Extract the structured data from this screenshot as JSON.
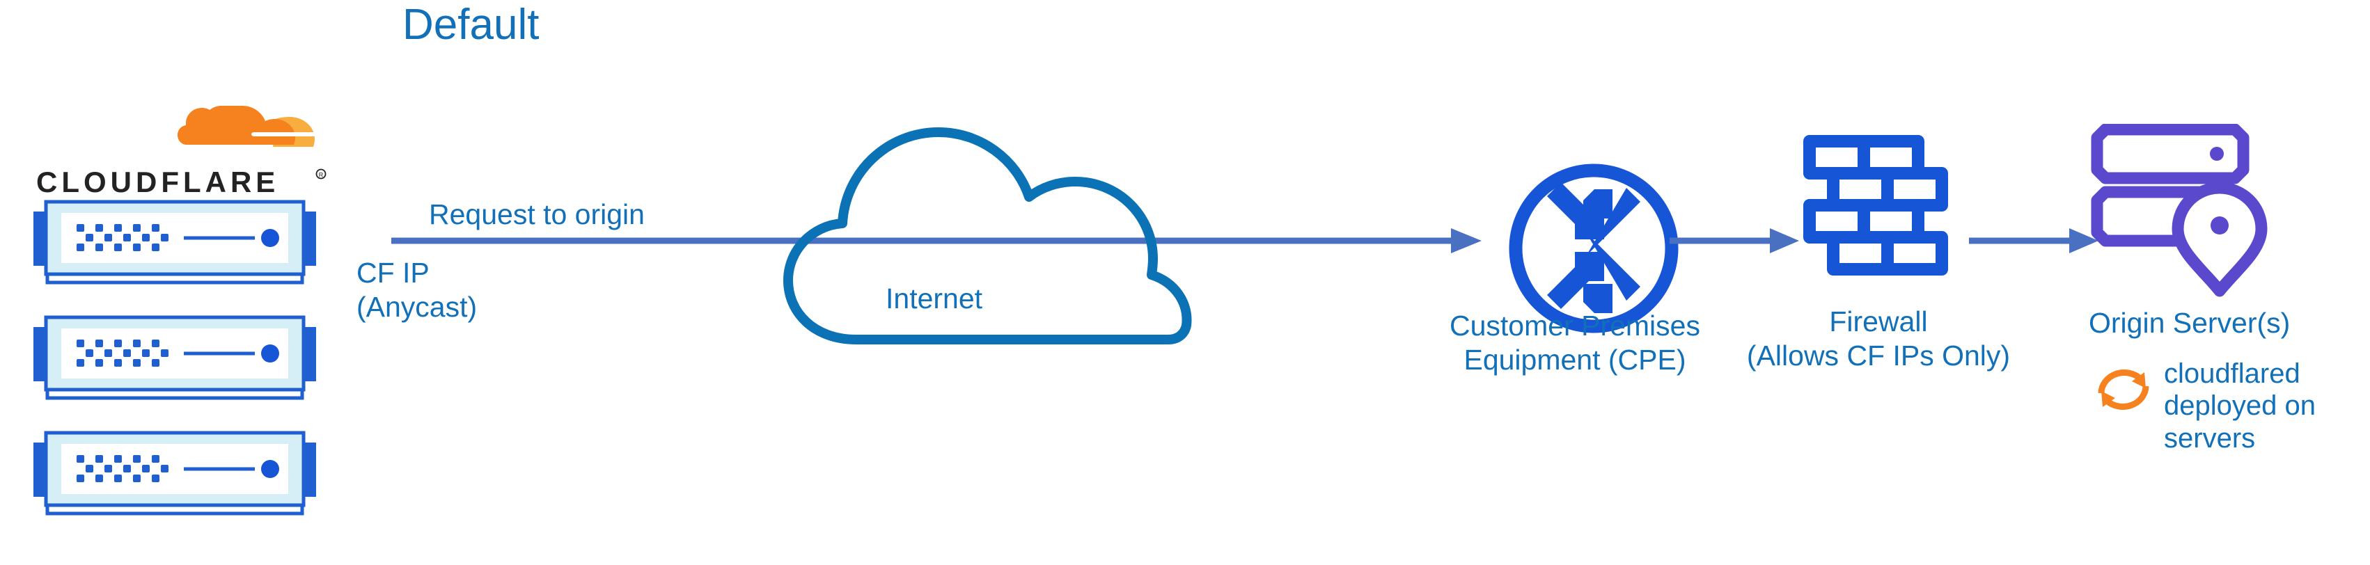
{
  "meta": {
    "title": "Default",
    "title_color": "#1170b8",
    "background": "#ffffff"
  },
  "colors": {
    "label_blue": "#1170b8",
    "cloud_outline_blue": "#0b72b5",
    "node_blue": "#1655d6",
    "arrow_blue": "#4a70c2",
    "origin_purple": "#5a48cd",
    "cloudflare_orange": "#f6821f",
    "cloudflare_orange_light": "#faad3f",
    "wordmark_black": "#232323",
    "server_body": "#d6eef6",
    "server_border": "#1f5fd0"
  },
  "brand": {
    "name": "CLOUDFLARE",
    "registered_mark": "®",
    "logo_icon": "cloudflare-cloud-logo"
  },
  "edge_servers": {
    "count": 3,
    "icon": "server-appliance-icon",
    "items": [
      {
        "name": "cloudflare-edge-server-1"
      },
      {
        "name": "cloudflare-edge-server-2"
      },
      {
        "name": "cloudflare-edge-server-3"
      }
    ]
  },
  "labels": {
    "request_to_origin": "Request to origin",
    "cf_ip": "CF IP\n(Anycast)",
    "internet": "Internet",
    "cpe": "Customer Premises\nEquipment (CPE)",
    "firewall": "Firewall\n(Allows CF IPs Only)",
    "origin_server": "Origin Server(s)",
    "cloudflared_note": "cloudflared\ndeployed on\nservers"
  },
  "nodes": [
    {
      "id": "cloudflare-edge",
      "label": "CLOUDFLARE",
      "icon": "server-stack-icon"
    },
    {
      "id": "internet",
      "label": "Internet",
      "icon": "cloud-outline-icon"
    },
    {
      "id": "cpe",
      "label": "Customer Premises Equipment (CPE)",
      "icon": "router-icon"
    },
    {
      "id": "firewall",
      "label": "Firewall (Allows CF IPs Only)",
      "icon": "brick-wall-icon"
    },
    {
      "id": "origin",
      "label": "Origin Server(s)",
      "icon": "server-rack-pin-icon"
    }
  ],
  "connections": [
    {
      "id": "edge-to-cpe",
      "label": "Request to origin",
      "sublabel": "CF IP (Anycast)",
      "from": "cloudflare-edge",
      "to": "cpe",
      "passes_through": "internet"
    },
    {
      "id": "cpe-to-firewall",
      "label": "",
      "from": "cpe",
      "to": "firewall"
    },
    {
      "id": "firewall-to-origin",
      "label": "",
      "from": "firewall",
      "to": "origin"
    }
  ],
  "annotations": [
    {
      "id": "cloudflared",
      "icon": "sync-arrows-icon",
      "text": "cloudflared deployed on servers",
      "color": "#f6821f"
    }
  ]
}
